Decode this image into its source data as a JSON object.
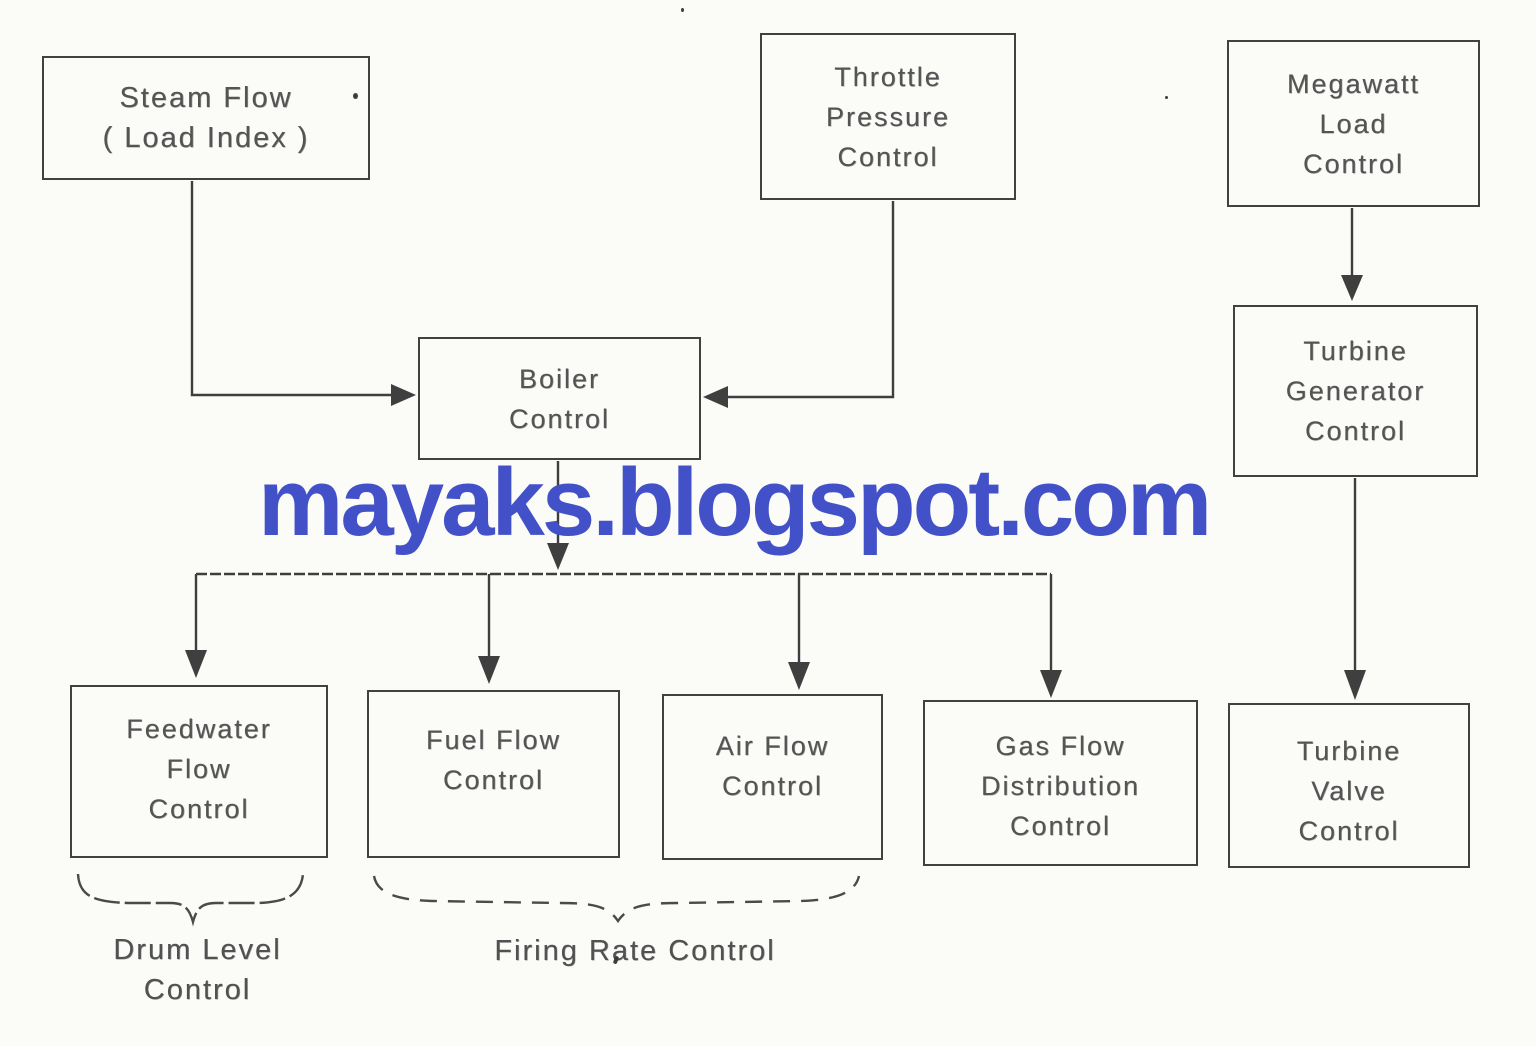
{
  "watermark": {
    "text": "mayaks.blogspot.com",
    "color": "#4351c9"
  },
  "nodes": {
    "steam_flow": {
      "label": "Steam Flow\n( Load Index )"
    },
    "throttle_pressure": {
      "label": "Throttle\nPressure\nControl"
    },
    "megawatt_load": {
      "label": "Megawatt\nLoad\nControl"
    },
    "boiler": {
      "label": "Boiler\nControl"
    },
    "turbine_generator": {
      "label": "Turbine\nGenerator\nControl"
    },
    "feedwater_flow": {
      "label": "Feedwater\nFlow\nControl"
    },
    "fuel_flow": {
      "label": "Fuel Flow\nControl"
    },
    "air_flow": {
      "label": "Air Flow\nControl"
    },
    "gas_flow_distribution": {
      "label": "Gas Flow\nDistribution\nControl"
    },
    "turbine_valve": {
      "label": "Turbine\nValve\nControl"
    }
  },
  "annotations": {
    "drum_level": {
      "label": "Drum Level\nControl",
      "covers": [
        "feedwater_flow"
      ]
    },
    "firing_rate": {
      "label": "Firing Rate Control",
      "covers": [
        "fuel_flow",
        "air_flow"
      ]
    }
  },
  "edges": [
    {
      "from": "steam_flow",
      "to": "boiler"
    },
    {
      "from": "throttle_pressure",
      "to": "boiler"
    },
    {
      "from": "megawatt_load",
      "to": "turbine_generator"
    },
    {
      "from": "turbine_generator",
      "to": "turbine_valve"
    },
    {
      "from": "boiler",
      "to": "feedwater_flow"
    },
    {
      "from": "boiler",
      "to": "fuel_flow"
    },
    {
      "from": "boiler",
      "to": "air_flow"
    },
    {
      "from": "boiler",
      "to": "gas_flow_distribution"
    }
  ],
  "colors": {
    "paper": "#fbfbf8",
    "ink": "#3e3e3e",
    "text": "#545454",
    "watermark": "#4351c9"
  }
}
